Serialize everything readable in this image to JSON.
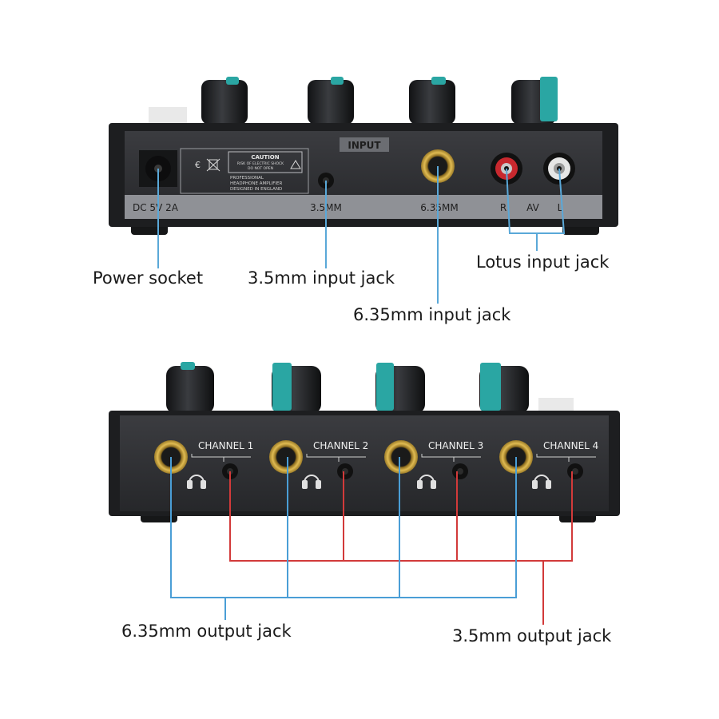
{
  "colors": {
    "background": "#ffffff",
    "panel": "#2a2b2e",
    "panel_face": "#3a3b3f",
    "label_strip": "#8f9196",
    "knob": "#1c1d1f",
    "knob_accent": "#2aa6a3",
    "gold": "#c9a23a",
    "rca_red": "#c8282e",
    "rca_white": "#e6e6e6",
    "input_line": "#5aa8d8",
    "output_blue_line": "#4a9ed6",
    "output_red_line": "#d23a3a",
    "panel_text": "#f0f0f0",
    "strip_text": "#1e1e1e",
    "callout_text": "#1a1a1a"
  },
  "rear_panel": {
    "input_badge": "INPUT",
    "dc_label": "DC 5V 2A",
    "jack_35_label": "3.5MM",
    "jack_635_label": "6.35MM",
    "rca_r_label": "R",
    "rca_av_label": "AV",
    "rca_l_label": "L",
    "ce_mark": "€",
    "caution_title": "CAUTION",
    "caution_line1": "RISK OF ELECTRIC SHOCK",
    "caution_line2": "DO NOT OPEN",
    "desc_line1": "PROFESSIONAL",
    "desc_line2": "HEADPHONE AMPLIFIER",
    "desc_line3": "DESIGNED IN ENGLAND"
  },
  "front_panel": {
    "channels": [
      {
        "label": "CHANNEL 1"
      },
      {
        "label": "CHANNEL 2"
      },
      {
        "label": "CHANNEL 3"
      },
      {
        "label": "CHANNEL 4"
      }
    ]
  },
  "callouts": {
    "power_socket": "Power socket",
    "input_35": "3.5mm input jack",
    "lotus_input": "Lotus input jack",
    "input_635": "6.35mm input jack",
    "output_635": "6.35mm output jack",
    "output_35": "3.5mm output jack"
  }
}
